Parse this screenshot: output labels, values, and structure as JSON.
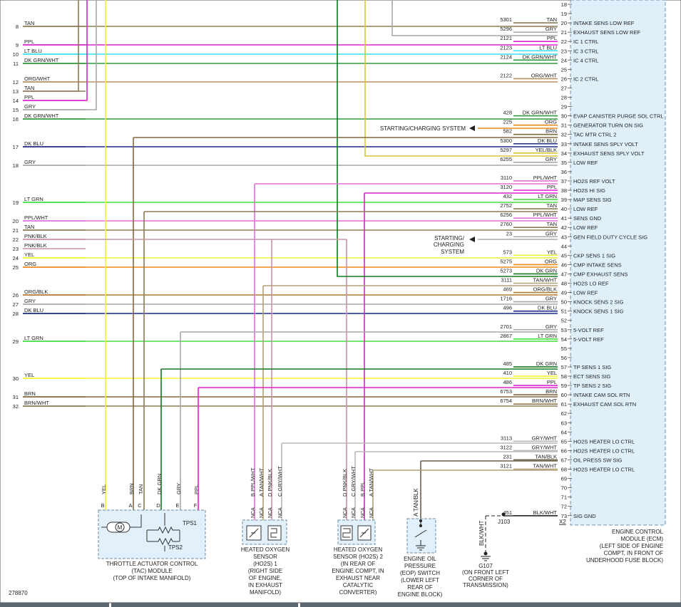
{
  "diagram_id": "278870",
  "colors": {
    "TAN": "#8c7a55",
    "GRY": "#a8a8a8",
    "PPL": "#e020d0",
    "LT BLU": "#30e0f0",
    "DK GRN/WHT": "#2e9a3a",
    "DK GRN": "#127a1e",
    "ORG/WHT": "#b89060",
    "ORG": "#f08a18",
    "BRN": "#80683e",
    "DK BLU": "#1a2a8c",
    "YEL/BLK": "#d8c830",
    "YEL": "#f2f230",
    "PPL/WHT": "#e070d8",
    "LT GRN": "#40e040",
    "PNK/BLK": "#c890a8",
    "TAN/WHT": "#b0a078",
    "ORG/BLK": "#b07a30",
    "BRN/WHT": "#907850",
    "GRY/WHT": "#b8b8b8",
    "TAN/BLK": "#6e6048",
    "BLK/WHT": "#333333",
    "ecm_fill": "#dff0fa",
    "ecm_border": "#6b8fa8",
    "comp_fill": "#e1f0fa"
  },
  "left_rows": [
    {
      "num": "8",
      "color": "TAN"
    },
    {
      "num": "9",
      "color": "PPL"
    },
    {
      "num": "10",
      "color": "LT BLU"
    },
    {
      "num": "11",
      "color": "DK GRN/WHT"
    },
    {
      "num": "12",
      "color": "ORG/WHT"
    },
    {
      "num": "13",
      "color": "TAN"
    },
    {
      "num": "14",
      "color": "PPL"
    },
    {
      "num": "15",
      "color": "GRY"
    },
    {
      "num": "16",
      "color": "DK GRN/WHT"
    },
    {
      "num": "17",
      "color": "DK BLU"
    },
    {
      "num": "18",
      "color": "GRY"
    },
    {
      "num": "19",
      "color": "LT GRN"
    },
    {
      "num": "20",
      "color": "PPL/WHT"
    },
    {
      "num": "21",
      "color": "TAN"
    },
    {
      "num": "22",
      "color": "PNK/BLK"
    },
    {
      "num": "23",
      "color": "PNK/BLK"
    },
    {
      "num": "24",
      "color": "YEL"
    },
    {
      "num": "25",
      "color": "ORG"
    },
    {
      "num": "26",
      "color": "ORG/BLK"
    },
    {
      "num": "27",
      "color": "GRY"
    },
    {
      "num": "28",
      "color": "DK BLU"
    },
    {
      "num": "29",
      "color": "LT GRN"
    },
    {
      "num": "30",
      "color": "YEL"
    },
    {
      "num": "31",
      "color": "BRN"
    },
    {
      "num": "32",
      "color": "BRN/WHT"
    }
  ],
  "ecm_pins": [
    {
      "pin": "18",
      "circuit": "",
      "color": "",
      "sig": ""
    },
    {
      "pin": "19",
      "circuit": "",
      "color": "",
      "sig": ""
    },
    {
      "pin": "20",
      "circuit": "5301",
      "color": "TAN",
      "sig": "INTAKE SENS LOW REF"
    },
    {
      "pin": "21",
      "circuit": "5296",
      "color": "GRY",
      "sig": "EXHAUST SENS LOW REF"
    },
    {
      "pin": "22",
      "circuit": "2121",
      "color": "PPL",
      "sig": "IC 1 CTRL"
    },
    {
      "pin": "23",
      "circuit": "2123",
      "color": "LT BLU",
      "sig": "IC 3 CTRL"
    },
    {
      "pin": "24",
      "circuit": "2124",
      "color": "DK GRN/WHT",
      "sig": "IC 4 CTRL"
    },
    {
      "pin": "25",
      "circuit": "",
      "color": "",
      "sig": ""
    },
    {
      "pin": "26",
      "circuit": "2122",
      "color": "ORG/WHT",
      "sig": "IC 2 CTRL"
    },
    {
      "pin": "27",
      "circuit": "",
      "color": "",
      "sig": ""
    },
    {
      "pin": "28",
      "circuit": "",
      "color": "",
      "sig": ""
    },
    {
      "pin": "29",
      "circuit": "",
      "color": "",
      "sig": ""
    },
    {
      "pin": "30",
      "circuit": "428",
      "color": "DK GRN/WHT",
      "sig": "EVAP CANISTER PURGE SOL CTRL"
    },
    {
      "pin": "31",
      "circuit": "225",
      "color": "ORG",
      "sig": "GENERATOR TURN ON SIG"
    },
    {
      "pin": "32",
      "circuit": "582",
      "color": "BRN",
      "sig": "TAC MTR CTRL 2"
    },
    {
      "pin": "33",
      "circuit": "5300",
      "color": "DK BLU",
      "sig": "INTAKE SENS SPLY VOLT"
    },
    {
      "pin": "34",
      "circuit": "5297",
      "color": "YEL/BLK",
      "sig": "EXHAUST SENS SPLY VOLT"
    },
    {
      "pin": "35",
      "circuit": "6255",
      "color": "GRY",
      "sig": "LOW REF"
    },
    {
      "pin": "36",
      "circuit": "",
      "color": "",
      "sig": ""
    },
    {
      "pin": "37",
      "circuit": "3110",
      "color": "PPL/WHT",
      "sig": "HO2S REF VOLT"
    },
    {
      "pin": "38",
      "circuit": "3120",
      "color": "PPL",
      "sig": "HO2S HI SIG"
    },
    {
      "pin": "39",
      "circuit": "432",
      "color": "LT GRN",
      "sig": "MAP SENS SIG"
    },
    {
      "pin": "40",
      "circuit": "2752",
      "color": "TAN",
      "sig": "LOW REF"
    },
    {
      "pin": "41",
      "circuit": "6256",
      "color": "PPL/WHT",
      "sig": "SENS GND"
    },
    {
      "pin": "42",
      "circuit": "2760",
      "color": "TAN",
      "sig": "LOW REF"
    },
    {
      "pin": "43",
      "circuit": "23",
      "color": "GRY",
      "sig": "GEN FIELD DUTY CYCLE SIG"
    },
    {
      "pin": "44",
      "circuit": "",
      "color": "",
      "sig": ""
    },
    {
      "pin": "45",
      "circuit": "573",
      "color": "YEL",
      "sig": "CKP SENS 1 SIG"
    },
    {
      "pin": "46",
      "circuit": "5275",
      "color": "ORG",
      "sig": "CMP INTAKE SENS"
    },
    {
      "pin": "47",
      "circuit": "5273",
      "color": "DK GRN",
      "sig": "CMP EXHAUST SENS"
    },
    {
      "pin": "48",
      "circuit": "3111",
      "color": "TAN/WHT",
      "sig": "HO2S LO REF"
    },
    {
      "pin": "49",
      "circuit": "469",
      "color": "ORG/BLK",
      "sig": "LOW REF"
    },
    {
      "pin": "50",
      "circuit": "1716",
      "color": "GRY",
      "sig": "KNOCK SENS 2 SIG"
    },
    {
      "pin": "51",
      "circuit": "496",
      "color": "DK BLU",
      "sig": "KNOCK SENS 1 SIG"
    },
    {
      "pin": "52",
      "circuit": "",
      "color": "",
      "sig": ""
    },
    {
      "pin": "53",
      "circuit": "2701",
      "color": "GRY",
      "sig": "5-VOLT REF"
    },
    {
      "pin": "54",
      "circuit": "2867",
      "color": "LT GRN",
      "sig": "5-VOLT REF"
    },
    {
      "pin": "55",
      "circuit": "",
      "color": "",
      "sig": ""
    },
    {
      "pin": "56",
      "circuit": "",
      "color": "",
      "sig": ""
    },
    {
      "pin": "57",
      "circuit": "485",
      "color": "DK GRN",
      "sig": "TP SENS 1 SIG"
    },
    {
      "pin": "58",
      "circuit": "410",
      "color": "YEL",
      "sig": "ECT SENS SIG"
    },
    {
      "pin": "59",
      "circuit": "486",
      "color": "PPL",
      "sig": "TP SENS 2 SIG"
    },
    {
      "pin": "60",
      "circuit": "6753",
      "color": "BRN",
      "sig": "INTAKE CAM SOL RTN"
    },
    {
      "pin": "61",
      "circuit": "6754",
      "color": "BRN/WHT",
      "sig": "EXHAUST CAM SOL RTN"
    },
    {
      "pin": "62",
      "circuit": "",
      "color": "",
      "sig": ""
    },
    {
      "pin": "63",
      "circuit": "",
      "color": "",
      "sig": ""
    },
    {
      "pin": "64",
      "circuit": "",
      "color": "",
      "sig": ""
    },
    {
      "pin": "65",
      "circuit": "3113",
      "color": "GRY/WHT",
      "sig": "HO2S HEATER LO CTRL"
    },
    {
      "pin": "66",
      "circuit": "3122",
      "color": "GRY/WHT",
      "sig": "HO2S HEATER LO CTRL"
    },
    {
      "pin": "67",
      "circuit": "231",
      "color": "TAN/BLK",
      "sig": "OIL PRESS SW SIG"
    },
    {
      "pin": "68",
      "circuit": "3121",
      "color": "TAN/WHT",
      "sig": "HO2S HEATER LO CTRL"
    },
    {
      "pin": "69",
      "circuit": "",
      "color": "",
      "sig": ""
    },
    {
      "pin": "70",
      "circuit": "",
      "color": "",
      "sig": ""
    },
    {
      "pin": "71",
      "circuit": "",
      "color": "",
      "sig": ""
    },
    {
      "pin": "72",
      "circuit": "",
      "color": "",
      "sig": ""
    },
    {
      "pin": "73",
      "circuit": "451",
      "color": "BLK/WHT",
      "sig": "SIG GND"
    }
  ],
  "ecm": {
    "connector": "X2",
    "label": [
      "ENGINE CONTROL",
      "MODULE (ECM)",
      "(LEFT SIDE OF ENGINE",
      "COMPT, IN FRONT OF",
      "UNDERHOOD FUSE BLOCK)"
    ]
  },
  "starting_charging_top": "STARTING/CHARGING SYSTEM",
  "starting_charging_mid": [
    "STARTING/",
    "CHARGING",
    "SYSTEM"
  ],
  "tac": {
    "pins": [
      {
        "letter": "B",
        "color": "YEL"
      },
      {
        "letter": "A",
        "color": "BRN"
      },
      {
        "letter": "C",
        "color": "TAN"
      },
      {
        "letter": "D",
        "color": "DK GRN"
      },
      {
        "letter": "E",
        "color": "GRY"
      },
      {
        "letter": "F",
        "color": "PPL"
      }
    ],
    "motor": "M",
    "tps1": "TPS1",
    "tps2": "TPS2",
    "label": [
      "THROTTLE ACTUATOR CONTROL",
      "(TAC) MODULE",
      "(TOP OF INTAKE MANIFOLD)"
    ]
  },
  "ho2s1": {
    "wires": [
      {
        "tag": "NCA",
        "lab": "B PPL/WHT"
      },
      {
        "tag": "NCA",
        "lab": "A TAN/WHT"
      },
      {
        "tag": "NCA",
        "lab": "D PNK/BLK"
      },
      {
        "tag": "NCA",
        "lab": "C GRY/WHT"
      }
    ],
    "label": [
      "HEATED OXYGEN",
      "SENSOR",
      "(HO2S) 1",
      "(RIGHT SIDE",
      "OF ENGINE,",
      "IN EXHAUST",
      "MANIFOLD)"
    ]
  },
  "ho2s2": {
    "wires": [
      {
        "tag": "NCA",
        "lab": "D PNK/BLK"
      },
      {
        "tag": "NCA",
        "lab": "C GRY/WHT"
      },
      {
        "tag": "NCA",
        "lab": "B PPL"
      },
      {
        "tag": "NCA",
        "lab": "A TAN/WHT"
      }
    ],
    "label": [
      "HEATED OXYGEN",
      "SENSOR (HO2S) 2",
      "(IN REAR OF",
      "ENGINE COMPT, IN",
      "EXHAUST NEAR",
      "CATALYTIC",
      "CONVERTER)"
    ]
  },
  "eop": {
    "wire": "A TAN/BLK",
    "label": [
      "ENGINE OIL",
      "PRESSURE",
      "(EOP) SWITCH",
      "(LOWER LEFT",
      "REAR OF",
      "ENGINE BLOCK)"
    ]
  },
  "ground": {
    "splice": "J103",
    "wire": "BLK/WHT",
    "name": "G107",
    "label": [
      "(ON FRONT LEFT",
      "CORNER OF",
      "TRANSMISSION)"
    ]
  }
}
